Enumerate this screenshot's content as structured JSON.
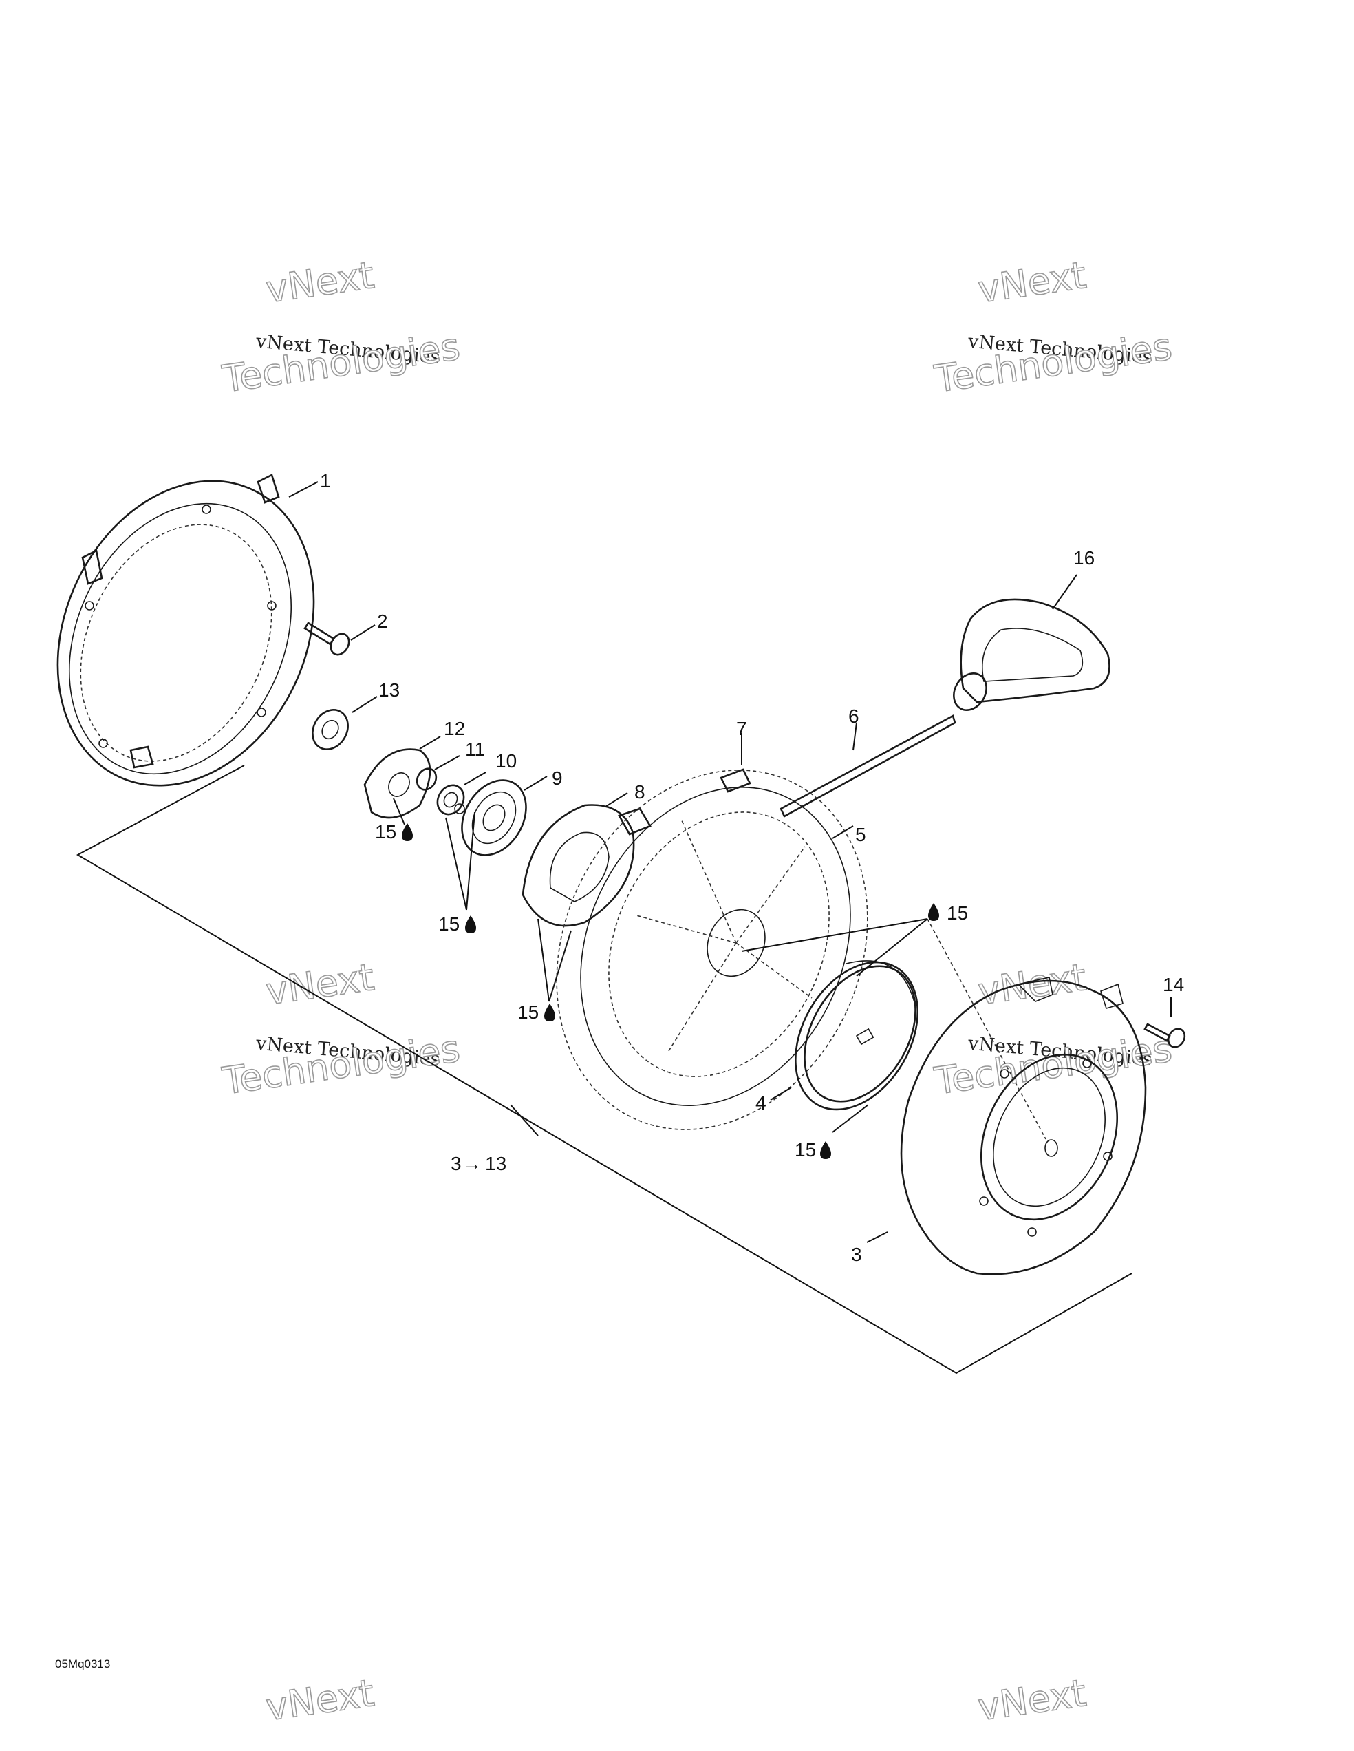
{
  "parts": [
    {
      "id": "1",
      "label": "1"
    },
    {
      "id": "2",
      "label": "2"
    },
    {
      "id": "3",
      "label": "3"
    },
    {
      "id": "4",
      "label": "4"
    },
    {
      "id": "5",
      "label": "5"
    },
    {
      "id": "6",
      "label": "6"
    },
    {
      "id": "7",
      "label": "7"
    },
    {
      "id": "8",
      "label": "8"
    },
    {
      "id": "9",
      "label": "9"
    },
    {
      "id": "10",
      "label": "10"
    },
    {
      "id": "11",
      "label": "11"
    },
    {
      "id": "12",
      "label": "12"
    },
    {
      "id": "13",
      "label": "13"
    },
    {
      "id": "14",
      "label": "14"
    },
    {
      "id": "16",
      "label": "16"
    }
  ],
  "lubrication_callouts": [
    {
      "id": "a",
      "label": "15"
    },
    {
      "id": "b",
      "label": "15"
    },
    {
      "id": "c",
      "label": "15"
    },
    {
      "id": "d",
      "label": "15"
    },
    {
      "id": "e",
      "label": "15"
    }
  ],
  "kit_callout": {
    "from": "3",
    "arrow": "→",
    "to": "13"
  },
  "watermark": {
    "line1": "vNext Technologies",
    "line2": "vNext",
    "line3": "Technologies"
  },
  "drawing_code": "05Mq0313",
  "colors": {
    "ink": "#1a1a1a",
    "paper": "#ffffff",
    "watermark_outline": "#9a9a9a"
  }
}
